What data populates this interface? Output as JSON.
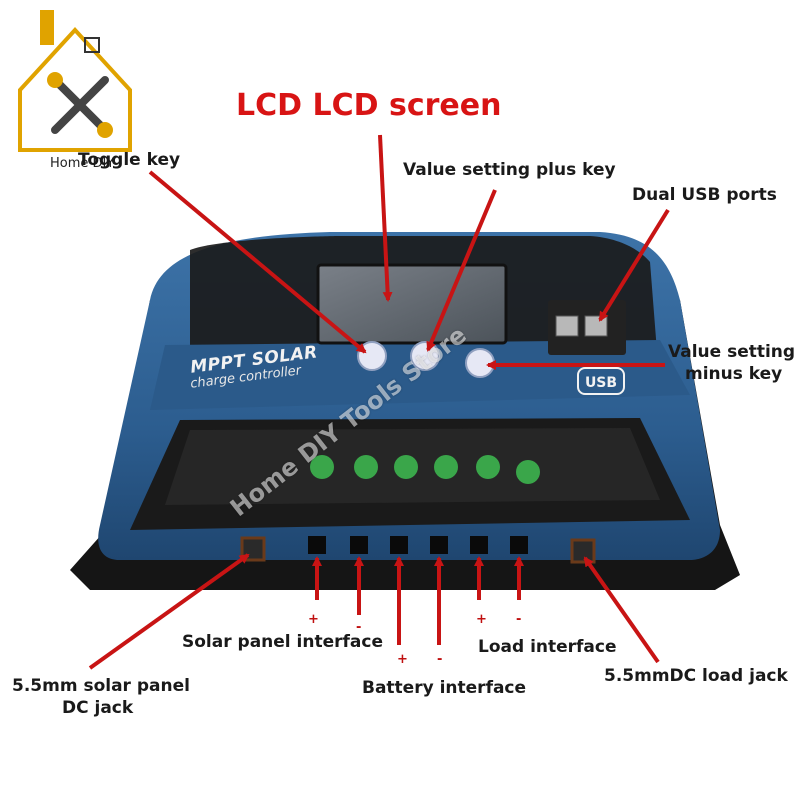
{
  "logo": {
    "text": "Home DIY"
  },
  "watermark": {
    "text": "Home DIY Tools Store"
  },
  "device": {
    "brand_line1": "MPPT SOLAR",
    "brand_line2": "charge controller",
    "usb_badge": "USB",
    "body_color": "#2c5d8f",
    "frame_color": "#141414",
    "terminal_color": "#3aa64a"
  },
  "labels": {
    "lcd": "LCD LCD screen",
    "toggle": "Toggle key",
    "plus_key": "Value setting plus key",
    "usb": "Dual USB ports",
    "minus_key_line1": "Value setting",
    "minus_key_line2": "minus key",
    "solar_jack_line1": "5.5mm solar panel",
    "solar_jack_line2": "DC jack",
    "solar_if": "Solar panel interface",
    "battery_if": "Battery interface",
    "load_if": "Load interface",
    "load_jack": "5.5mmDC load jack"
  },
  "polarity": {
    "plus": "+",
    "minus": "-"
  },
  "colors": {
    "title": "#d81414",
    "arrow": "#c81414",
    "label": "#1a1a1a"
  }
}
